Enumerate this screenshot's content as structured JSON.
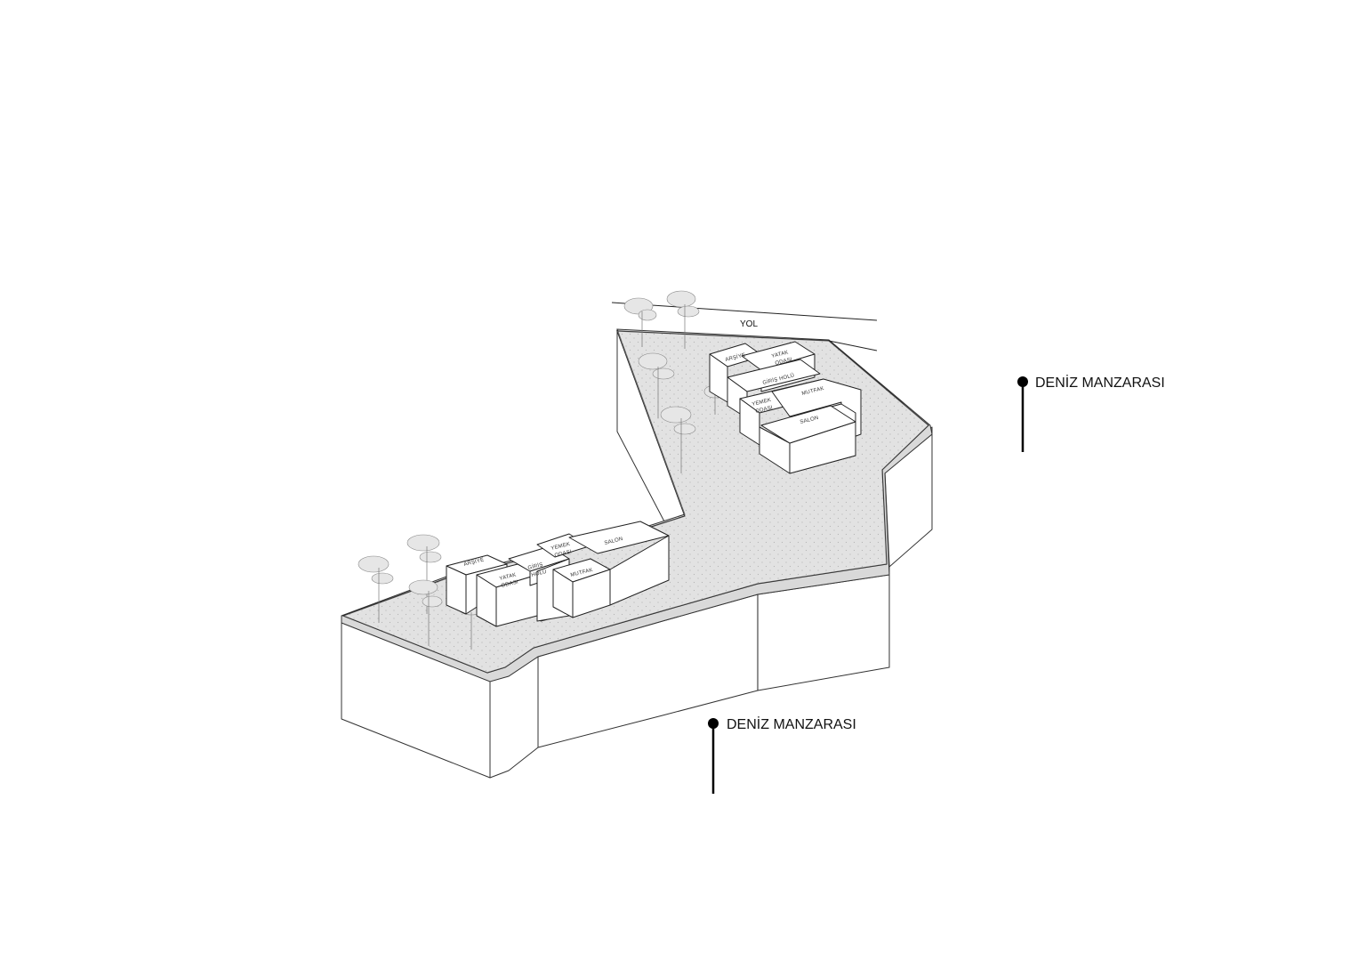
{
  "road": {
    "label": "YOL"
  },
  "views": {
    "east": {
      "label": "DENİZ MANZARASI"
    },
    "south": {
      "label": "DENİZ MANZARASI"
    }
  },
  "house_west": {
    "rooms": {
      "storage": "ARŞİYE",
      "bedroom_line1": "YATAK",
      "bedroom_line2": "ODASI",
      "hall_line1": "GİRİŞ",
      "hall_line2": "HOLÜ",
      "dining_line1": "YEMEK",
      "dining_line2": "ODASI",
      "kitchen": "MUTFAK",
      "living": "SALON"
    }
  },
  "house_east": {
    "rooms": {
      "storage": "ARŞİYE",
      "bedroom_line1": "YATAK",
      "bedroom_line2": "ODASI",
      "hall": "GİRİŞ HOLÜ",
      "dining_line1": "YEMEK",
      "dining_line2": "ODASI",
      "kitchen": "MUTFAK",
      "living": "SALON"
    }
  },
  "colors": {
    "line": "#222222",
    "ground_dots": "#9a9a9a",
    "rim": "#d9d9d9",
    "pin": "#000000"
  }
}
